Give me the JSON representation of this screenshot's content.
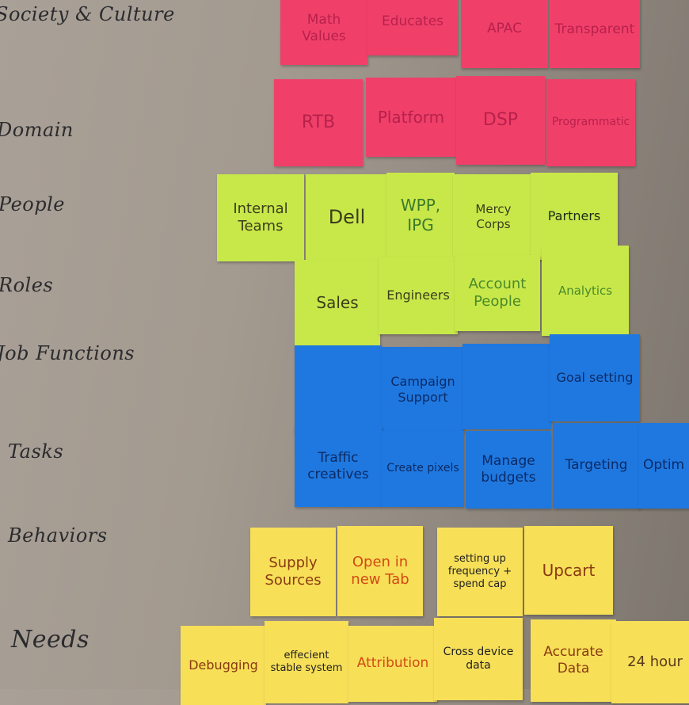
{
  "row_labels": [
    "Society & Culture",
    "Domain",
    "People",
    "Roles",
    "Job Functions",
    "Tasks",
    "Behaviors",
    "Needs"
  ],
  "notes": {
    "society": [
      "Math Values",
      "Educates",
      "APAC",
      "Transparent"
    ],
    "domain": [
      "RTB",
      "Platform",
      "DSP",
      "Programmatic"
    ],
    "people": [
      "Internal Teams",
      "Dell",
      "WPP, IPG",
      "Mercy Corps",
      "Partners"
    ],
    "roles": [
      "Sales",
      "Engineers",
      "Account People",
      "Analytics"
    ],
    "job_functions": [
      "Campaign Support",
      "Goal setting"
    ],
    "tasks": [
      "Traffic creatives",
      "Create pixels",
      "Manage budgets",
      "Targeting",
      "Optim"
    ],
    "behaviors": [
      "Supply Sources",
      "Open in new Tab",
      "setting up frequency + spend cap",
      "Upcart"
    ],
    "needs": [
      "Debugging",
      "effecient stable system",
      "Attribution",
      "Cross device data",
      "Accurate Data",
      "24 hour"
    ]
  },
  "colors": {
    "pink": "#f0406a",
    "green": "#c8e84a",
    "blue": "#1f78e0",
    "yellow": "#f7df58"
  }
}
